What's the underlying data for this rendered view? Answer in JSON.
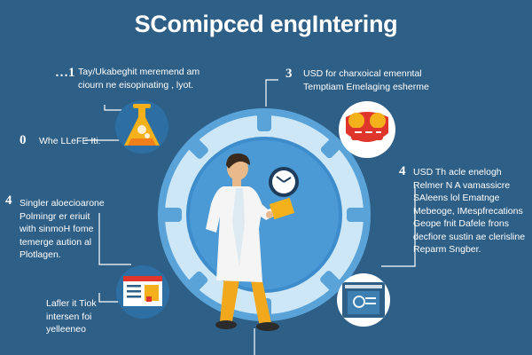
{
  "title": "SComipced engIntering",
  "steps": [
    {
      "number": "1",
      "prefix": "…",
      "lines": [
        "Tay/Ukabeghit meremend am",
        "ciourn ne eisopinating , lyot."
      ],
      "icon": "flask-icon"
    },
    {
      "number": "3",
      "lines": [
        "USD for charxoical emenntal",
        "Temptiam Emelaging esherme"
      ],
      "icon": "shield-badge-icon"
    },
    {
      "number": "0",
      "lines": [
        "Whe LLeFE Iti."
      ],
      "icon": "flask-icon"
    },
    {
      "number": "4",
      "lines": [
        "USD Th acle enelogh",
        "Relmer N A vamassicre",
        "SAleens lol Ematnge",
        "Mebeoge, IMespfrecations",
        "Geope fnit Dafele frons",
        "decfiore sustin ae clerisline",
        "Reparm Sngber."
      ],
      "icon": "browser-window-icon"
    },
    {
      "number": "4",
      "lines": [
        "Singler aloecioarone",
        "Polmingr er eriuit",
        "with sinmoH fome",
        "temerge aution al",
        "Plotlagen."
      ],
      "icon": "scientist-icon"
    },
    {
      "number": "",
      "lines": [
        "Lafler it Tiok",
        "intersen foi",
        "yelleeneo"
      ],
      "icon": "document-window-icon"
    }
  ],
  "colors": {
    "background": "#2e5f86",
    "ring_outer": "#cde7f7",
    "ring_inner": "#5aa3d8",
    "circle_icon_bg": "#2d6ea3",
    "accent_yellow": "#f5b11c",
    "accent_red": "#e0352b",
    "lab_coat": "#f5f5f5",
    "pants": "#f2a81d"
  }
}
